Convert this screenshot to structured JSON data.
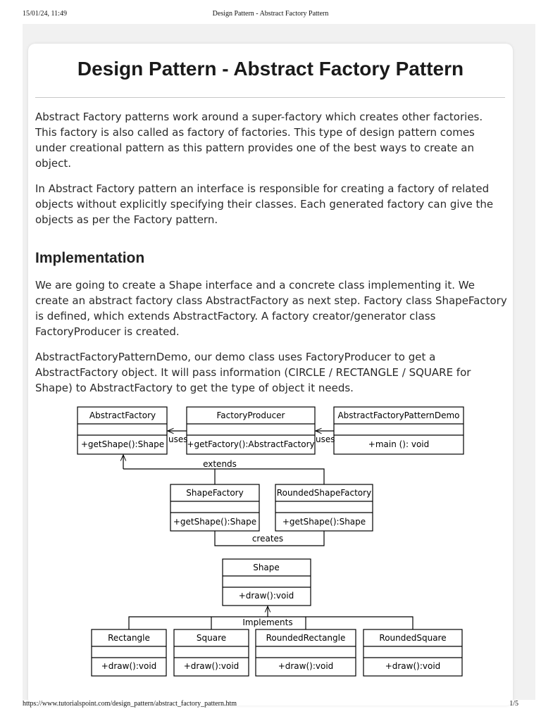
{
  "print_header": {
    "datetime": "15/01/24, 11:49",
    "title": "Design Pattern - Abstract Factory Pattern"
  },
  "print_footer": {
    "url": "https://www.tutorialspoint.com/design_pattern/abstract_factory_pattern.htm",
    "page": "1/5"
  },
  "article": {
    "title": "Design Pattern - Abstract Factory Pattern",
    "paragraphs": [
      "Abstract Factory patterns work around a super-factory which creates other factories. This factory is also called as factory of factories. This type of design pattern comes under creational pattern as this pattern provides one of the best ways to create an object.",
      "In Abstract Factory pattern an interface is responsible for creating a factory of related objects without explicitly specifying their classes. Each generated factory can give the objects as per the Factory pattern."
    ],
    "implementation_heading": "Implementation",
    "implementation_paragraphs": [
      "We are going to create a Shape interface and a concrete class implementing it. We create an abstract factory class AbstractFactory as next step. Factory class ShapeFactory is defined, which extends AbstractFactory. A factory creator/generator class FactoryProducer is created.",
      "AbstractFactoryPatternDemo, our demo class uses FactoryProducer to get a AbstractFactory object. It will pass information (CIRCLE / RECTANGLE / SQUARE for Shape) to AbstractFactory to get the type of object it needs."
    ]
  },
  "diagram": {
    "classes": {
      "abstract_factory": {
        "name": "AbstractFactory",
        "method": "+getShape():Shape"
      },
      "factory_producer": {
        "name": "FactoryProducer",
        "method": "+getFactory():AbstractFactory"
      },
      "demo": {
        "name": "AbstractFactoryPatternDemo",
        "method": "+main (): void"
      },
      "shape_factory": {
        "name": "ShapeFactory",
        "method": "+getShape():Shape"
      },
      "rounded_shape_factory": {
        "name": "RoundedShapeFactory",
        "method": "+getShape():Shape"
      },
      "shape": {
        "name": "Shape",
        "method": "+draw():void"
      },
      "rectangle": {
        "name": "Rectangle",
        "method": "+draw():void"
      },
      "square": {
        "name": "Square",
        "method": "+draw():void"
      },
      "rounded_rectangle": {
        "name": "RoundedRectangle",
        "method": "+draw():void"
      },
      "rounded_square": {
        "name": "RoundedSquare",
        "method": "+draw():void"
      }
    },
    "labels": {
      "uses_1": "uses",
      "uses_2": "uses",
      "extends": "extends",
      "creates": "creates",
      "implements": "Implements"
    }
  }
}
